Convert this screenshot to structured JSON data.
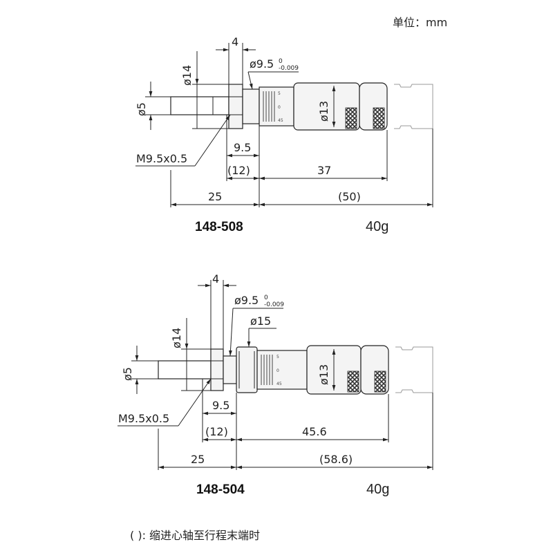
{
  "unit_label": "单位：mm",
  "footnote": "( ): 缩进心轴至行程末端时",
  "colors": {
    "line": "#222222",
    "knurl": "#333333",
    "body": "#f4f4f4"
  },
  "drawings": [
    {
      "model": "148-508",
      "mass": "40g",
      "dims": {
        "thread_width": "4",
        "thread_dia": "ø9.5",
        "tol_upper": "0",
        "tol_lower": "-0.009",
        "flange_dia": "ø14",
        "spindle_dia": "ø5",
        "thimble_dia": "ø13",
        "thread_spec": "M9.5x0.5",
        "thread_len": "9.5",
        "retracted_offset": "(12)",
        "barrel_len": "37",
        "spindle_len": "25",
        "total_len": "(50)"
      }
    },
    {
      "model": "148-504",
      "mass": "40g",
      "dims": {
        "thread_width": "4",
        "thread_dia": "ø9.5",
        "tol_upper": "0",
        "tol_lower": "-0.009",
        "collar_dia": "ø15",
        "flange_dia": "ø14",
        "spindle_dia": "ø5",
        "thimble_dia": "ø13",
        "thread_spec": "M9.5x0.5",
        "thread_len": "9.5",
        "retracted_offset": "(12)",
        "barrel_len": "45.6",
        "spindle_len": "25",
        "total_len": "(58.6)"
      }
    }
  ]
}
